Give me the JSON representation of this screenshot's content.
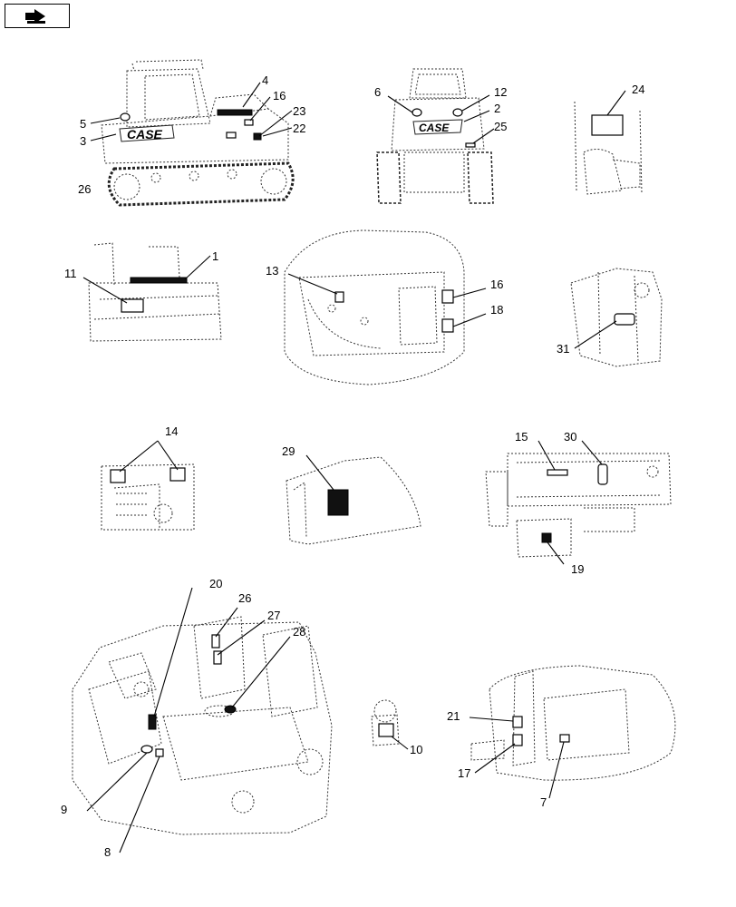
{
  "callouts": {
    "c1": "1",
    "c2": "2",
    "c3": "3",
    "c4": "4",
    "c5": "5",
    "c6": "6",
    "c7": "7",
    "c8": "8",
    "c9": "9",
    "c10": "10",
    "c11": "11",
    "c12": "12",
    "c13": "13",
    "c14": "14",
    "c15": "15",
    "c16a": "16",
    "c16b": "16",
    "c17": "17",
    "c18": "18",
    "c19": "19",
    "c20": "20",
    "c21": "21",
    "c22": "22",
    "c23": "23",
    "c24": "24",
    "c25": "25",
    "c26a": "26",
    "c26b": "26",
    "c27": "27",
    "c28": "28",
    "c29": "29",
    "c30": "30",
    "c31": "31"
  },
  "decals": {
    "case_logo": "CASE",
    "case_logo_front": "CASE"
  },
  "nav": {
    "icon": "back-arrow-icon"
  }
}
